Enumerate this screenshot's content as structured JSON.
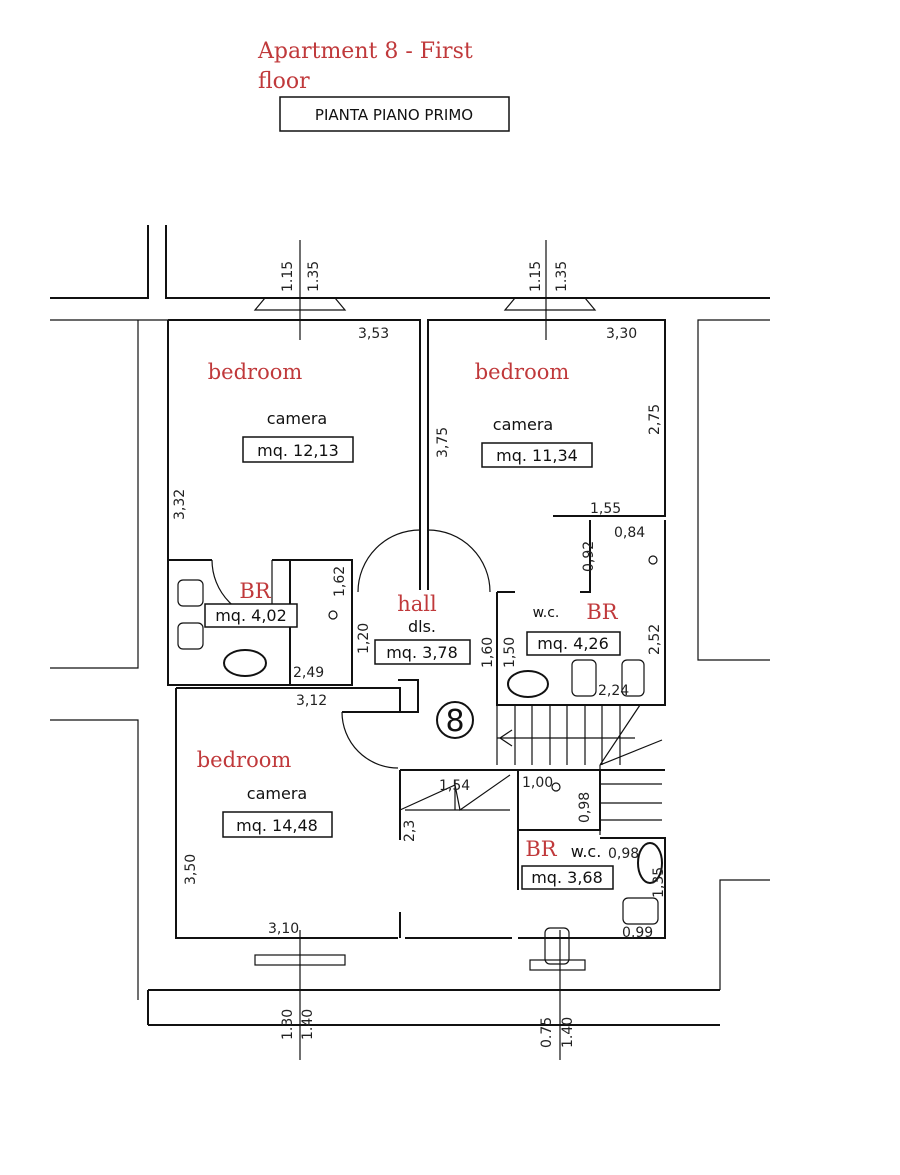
{
  "title": {
    "line1": "Apartment 8 - First",
    "line2": "floor"
  },
  "plan_label": "PIANTA PIANO PRIMO",
  "unit_number": "8",
  "rooms": {
    "bedroom_nw": {
      "label": "bedroom",
      "name": "camera",
      "area": "mq. 12,13"
    },
    "bedroom_ne": {
      "label": "bedroom",
      "name": "camera",
      "area": "mq. 11,34"
    },
    "bath_w": {
      "label": "BR",
      "area": "mq. 4,02"
    },
    "hall": {
      "label": "hall",
      "name": "dls.",
      "area": "mq. 3,78"
    },
    "bath_e": {
      "label": "BR",
      "name": "w.c.",
      "area": "mq. 4,26"
    },
    "bedroom_s": {
      "label": "bedroom",
      "name": "camera",
      "area": "mq. 14,48"
    },
    "bath_s": {
      "label": "BR",
      "name": "w.c.",
      "area": "mq. 3,68"
    }
  },
  "dims": [
    "1.15",
    "1.35",
    "3,53",
    "1.15",
    "1.35",
    "3,30",
    "3,75",
    "2,75",
    "3,32",
    "1,55",
    "0,84",
    "0,92",
    "1,62",
    "2,52",
    "1,20",
    "1,60",
    "1,50",
    "2,49",
    "3,12",
    "2,24",
    "1,54",
    "1,00",
    "0,98",
    "2,3",
    "0,98",
    "3,50",
    "3,10",
    "1,35",
    "0,99",
    "1.30",
    "1.40",
    "0.75",
    "1.40"
  ]
}
